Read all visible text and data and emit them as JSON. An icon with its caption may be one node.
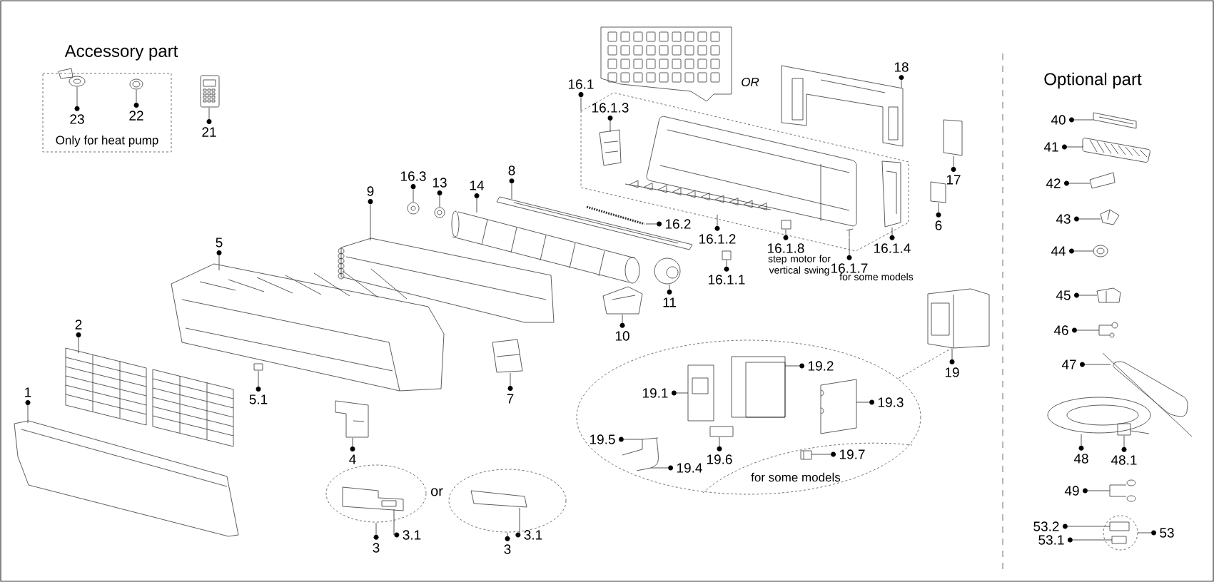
{
  "diagram": {
    "nodes": [
      {
        "text": [
          "Only for heat pump"
        ]
      },
      {
        "text": [],
        "shape": "box"
      },
      {
        "text": [
          "for some models"
        ]
      },
      {
        "text": [],
        "shape": "ellipse"
      },
      {
        "text": [],
        "shape": "ellipse"
      },
      {
        "text": [],
        "shape": "circle"
      },
      {
        "text": [
          "23"
        ],
        "in": 0
      },
      {
        "text": [
          "22"
        ],
        "in": 0
      },
      {
        "text": [
          "21"
        ]
      },
      {
        "text": [
          "16.1"
        ]
      },
      {
        "text": [
          "16.1.3"
        ],
        "in": 1
      },
      {
        "text": [
          "18"
        ]
      },
      {
        "text": [
          "17"
        ]
      },
      {
        "text": [
          "8"
        ]
      },
      {
        "text": [
          "16.3"
        ]
      },
      {
        "text": [
          "13"
        ]
      },
      {
        "text": [
          "14"
        ]
      },
      {
        "text": [
          "9"
        ]
      },
      {
        "text": [
          "16.2"
        ]
      },
      {
        "text": [
          "16.1.2"
        ]
      },
      {
        "text": [
          "16.1.8"
        ],
        "beside": [
          "step motor for vertical swing"
        ]
      },
      {
        "text": [
          "16.1.7"
        ],
        "beside": [
          "for some models"
        ]
      },
      {
        "text": [
          "16.1.4"
        ]
      },
      {
        "text": [
          "6"
        ]
      },
      {
        "text": [
          "16.1.1"
        ]
      },
      {
        "text": [
          "11"
        ]
      },
      {
        "text": [
          "5"
        ]
      },
      {
        "text": [
          "10"
        ]
      },
      {
        "text": [
          "2"
        ]
      },
      {
        "text": [
          "19.2"
        ],
        "in": 2
      },
      {
        "text": [
          "19"
        ]
      },
      {
        "text": [
          "7"
        ]
      },
      {
        "text": [
          "5.1"
        ]
      },
      {
        "text": [
          "19.1"
        ],
        "in": 2
      },
      {
        "text": [
          "1"
        ]
      },
      {
        "text": [
          "19.3"
        ],
        "in": 2
      },
      {
        "text": [
          "19.5"
        ],
        "in": 2
      },
      {
        "text": [
          "19.6"
        ],
        "in": 2
      },
      {
        "text": [
          "19.4"
        ],
        "in": 2
      },
      {
        "text": [
          "19.7"
        ],
        "in": 2
      },
      {
        "text": [
          "4"
        ]
      },
      {
        "text": [
          "3.1"
        ]
      },
      {
        "text": [
          "3"
        ]
      },
      {
        "text": [
          "3.1"
        ]
      },
      {
        "text": [
          "3"
        ]
      },
      {
        "text": [
          "40"
        ]
      },
      {
        "text": [
          "41"
        ]
      },
      {
        "text": [
          "42"
        ]
      },
      {
        "text": [
          "43"
        ]
      },
      {
        "text": [
          "44"
        ]
      },
      {
        "text": [
          "45"
        ]
      },
      {
        "text": [
          "46"
        ]
      },
      {
        "text": [
          "47"
        ]
      },
      {
        "text": [
          "48"
        ]
      },
      {
        "text": [
          "48.1"
        ]
      },
      {
        "text": [
          "49"
        ]
      },
      {
        "text": [
          "53.2"
        ]
      },
      {
        "text": [
          "53.1"
        ]
      },
      {
        "text": [
          "53"
        ]
      },
      {
        "text": [],
        "shape": "picture",
        "in": 0
      },
      {
        "text": [],
        "shape": "picture",
        "in": 0
      },
      {
        "text": [],
        "shape": "picture"
      },
      {
        "text": [],
        "shape": "picture",
        "in": 1
      },
      {
        "text": [],
        "shape": "picture"
      },
      {
        "text": [],
        "shape": "box"
      },
      {
        "text": [],
        "shape": "picture"
      },
      {
        "text": [],
        "shape": "picture"
      },
      {
        "text": [],
        "shape": "picture"
      },
      {
        "text": [],
        "shape": "picture"
      },
      {
        "text": [],
        "shape": "picture"
      },
      {
        "text": [],
        "shape": "picture"
      },
      {
        "text": [],
        "shape": "picture",
        "in": 1
      },
      {
        "text": [],
        "shape": "box",
        "in": 1
      },
      {
        "text": [],
        "shape": "picture",
        "in": 1
      },
      {
        "text": [],
        "shape": "picture",
        "in": 1
      },
      {
        "text": [],
        "shape": "box"
      },
      {
        "text": [],
        "shape": "box"
      },
      {
        "text": [],
        "shape": "picture"
      },
      {
        "text": [],
        "shape": "picture"
      },
      {
        "text": [],
        "shape": "picture"
      },
      {
        "text": [],
        "shape": "picture"
      },
      {
        "text": [],
        "shape": "picture",
        "in": 2
      },
      {
        "text": [],
        "shape": "picture"
      },
      {
        "text": [],
        "shape": "picture"
      },
      {
        "text": [],
        "shape": "box"
      },
      {
        "text": [],
        "shape": "picture",
        "in": 2
      },
      {
        "text": [],
        "shape": "picture"
      },
      {
        "text": [],
        "shape": "picture",
        "in": 2
      },
      {
        "text": [],
        "shape": "picture",
        "in": 2
      },
      {
        "text": [],
        "shape": "box",
        "in": 2
      },
      {
        "text": [],
        "shape": "picture",
        "in": 2
      },
      {
        "text": [],
        "shape": "picture",
        "in": 2
      },
      {
        "text": [],
        "shape": "picture"
      },
      {
        "text": [],
        "shape": "picture",
        "in": 3
      },
      {
        "text": [],
        "shape": "box",
        "in": 4
      },
      {
        "text": [],
        "shape": "picture"
      },
      {
        "text": [],
        "shape": "picture"
      },
      {
        "text": [],
        "shape": "box"
      },
      {
        "text": [],
        "shape": "picture"
      },
      {
        "text": [],
        "shape": "picture"
      },
      {
        "text": [],
        "shape": "picture"
      },
      {
        "text": [],
        "shape": "picture"
      },
      {
        "text": [],
        "shape": "picture"
      },
      {
        "text": [],
        "shape": "picture"
      },
      {
        "text": [],
        "shape": "picture"
      },
      {
        "text": [],
        "shape": "picture"
      },
      {
        "text": [],
        "shape": "box",
        "in": 5
      },
      {
        "text": [],
        "shape": "box",
        "in": 5
      }
    ],
    "edges": [
      {
        "from": 6,
        "to": 59,
        "arrow": "none"
      },
      {
        "from": 7,
        "to": 60,
        "arrow": "none"
      },
      {
        "from": 8,
        "to": 61,
        "arrow": "none"
      },
      {
        "from": 9,
        "to": 1,
        "arrow": "none"
      },
      {
        "from": 10,
        "to": 62,
        "arrow": "none"
      },
      {
        "from": 11,
        "to": 63,
        "arrow": "none"
      },
      {
        "from": 12,
        "to": 64,
        "arrow": "none"
      },
      {
        "from": 13,
        "to": 65,
        "arrow": "none"
      },
      {
        "from": 14,
        "to": 66,
        "arrow": "none"
      },
      {
        "from": 15,
        "to": 67,
        "arrow": "none"
      },
      {
        "from": 16,
        "to": 68,
        "arrow": "none"
      },
      {
        "from": 17,
        "to": 69,
        "arrow": "none"
      },
      {
        "from": 18,
        "to": 70,
        "arrow": "none"
      },
      {
        "from": 19,
        "to": 71,
        "arrow": "none"
      },
      {
        "from": 20,
        "to": 72,
        "arrow": "none"
      },
      {
        "from": 21,
        "to": 73,
        "arrow": "none"
      },
      {
        "from": 22,
        "to": 74,
        "arrow": "none"
      },
      {
        "from": 23,
        "to": 75,
        "arrow": "none"
      },
      {
        "from": 24,
        "to": 76,
        "arrow": "none"
      },
      {
        "from": 25,
        "to": 77,
        "arrow": "none"
      },
      {
        "from": 26,
        "to": 78,
        "arrow": "none"
      },
      {
        "from": 27,
        "to": 79,
        "arrow": "none"
      },
      {
        "from": 28,
        "to": 80,
        "arrow": "none"
      },
      {
        "from": 29,
        "to": 81,
        "arrow": "none"
      },
      {
        "from": 30,
        "to": 82,
        "arrow": "none"
      },
      {
        "from": 31,
        "to": 83,
        "arrow": "none"
      },
      {
        "from": 32,
        "to": 84,
        "arrow": "none"
      },
      {
        "from": 33,
        "to": 85,
        "arrow": "none"
      },
      {
        "from": 34,
        "to": 86,
        "arrow": "none"
      },
      {
        "from": 35,
        "to": 87,
        "arrow": "none"
      },
      {
        "from": 36,
        "to": 88,
        "arrow": "none"
      },
      {
        "from": 37,
        "to": 89,
        "arrow": "none"
      },
      {
        "from": 38,
        "to": 90,
        "arrow": "none"
      },
      {
        "from": 39,
        "to": 91,
        "arrow": "none"
      },
      {
        "from": 40,
        "to": 92,
        "arrow": "none"
      },
      {
        "from": 41,
        "to": 93,
        "arrow": "none"
      },
      {
        "from": 42,
        "to": 3,
        "arrow": "none"
      },
      {
        "from": 43,
        "to": 94,
        "arrow": "none"
      },
      {
        "from": 44,
        "to": 4,
        "arrow": "none"
      },
      {
        "from": 45,
        "to": 95,
        "arrow": "none"
      },
      {
        "from": 46,
        "to": 96,
        "arrow": "none"
      },
      {
        "from": 47,
        "to": 97,
        "arrow": "none"
      },
      {
        "from": 48,
        "to": 98,
        "arrow": "none"
      },
      {
        "from": 49,
        "to": 99,
        "arrow": "none"
      },
      {
        "from": 50,
        "to": 100,
        "arrow": "none"
      },
      {
        "from": 51,
        "to": 101,
        "arrow": "none"
      },
      {
        "from": 52,
        "to": 102,
        "arrow": "none"
      },
      {
        "from": 53,
        "to": 103,
        "arrow": "none"
      },
      {
        "from": 54,
        "to": 104,
        "arrow": "none"
      },
      {
        "from": 55,
        "to": 105,
        "arrow": "none"
      },
      {
        "from": 56,
        "to": 106,
        "arrow": "none"
      },
      {
        "from": 57,
        "to": 107,
        "arrow": "none"
      },
      {
        "from": 58,
        "to": 5,
        "arrow": "none"
      },
      {
        "from": 2,
        "to": 82,
        "arrow": "none",
        "style": "dashed"
      }
    ],
    "labels": [
      "Accessory part",
      "OR",
      "Optional part",
      "or"
    ]
  }
}
